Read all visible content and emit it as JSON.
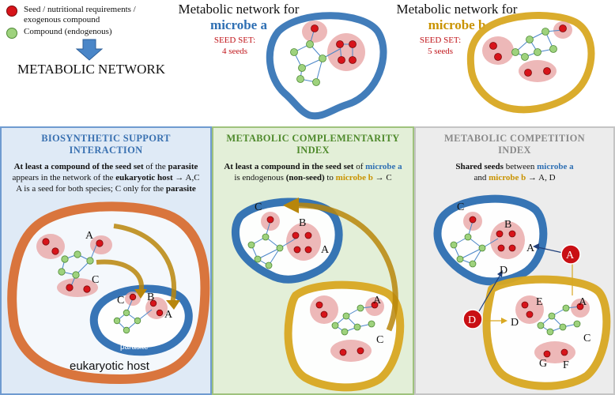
{
  "legend": {
    "seed_label": "Seed / nutritional requirements / exogenous compound",
    "compound_label": "Compound (endogenous)",
    "result_label": "METABOLIC NETWORK"
  },
  "networks": {
    "a": {
      "title_line1": "Metabolic network for",
      "title_line2": "microbe a",
      "seed_set_label": "SEED SET:",
      "seed_count": "4 seeds"
    },
    "b": {
      "title_line1": "Metabolic network for",
      "title_line2": "microbe b",
      "seed_set_label": "SEED SET:",
      "seed_count": "5 seeds"
    }
  },
  "panels": {
    "biosynthetic": {
      "title_line1": "BIOSYNTHETIC SUPPORT",
      "title_line2": "INTERACTION",
      "desc": [
        "At least a compound of the seed set",
        " of the ",
        "parasite",
        "appears in the network of the ",
        "eukaryotic host",
        " → A,C",
        "A is a seed for both species; C only for the ",
        "parasite"
      ],
      "labels": {
        "a": "A",
        "c": "C",
        "b": "B",
        "parasite": "parasite",
        "host": "eukaryotic host"
      }
    },
    "complementarity": {
      "title_line1": "METABOLIC COMPLEMENTARITY",
      "title_line2": "INDEX",
      "desc": [
        "At least a compound in the seed set",
        " of ",
        "microbe a",
        "is endogenous ",
        "(non-seed)",
        " to ",
        "microbe b",
        " → C"
      ],
      "labels": {
        "c": "C",
        "b": "B",
        "a": "A"
      }
    },
    "competition": {
      "title_line1": "METABOLIC COMPETITION",
      "title_line2": "INDEX",
      "desc": [
        "Shared seeds",
        " between ",
        "microbe a",
        "and ",
        "microbe b",
        " → A, D"
      ],
      "labels": {
        "c": "C",
        "b": "B",
        "a": "A",
        "d": "D",
        "e": "E",
        "g": "G",
        "f": "F"
      }
    }
  },
  "colors": {
    "seed": "#d7141a",
    "compound": "#9ed27d",
    "microbe_a": "#2e6fb3",
    "microbe_b": "#c99300",
    "host": "#d9692a",
    "arrow": "#b8860b"
  }
}
